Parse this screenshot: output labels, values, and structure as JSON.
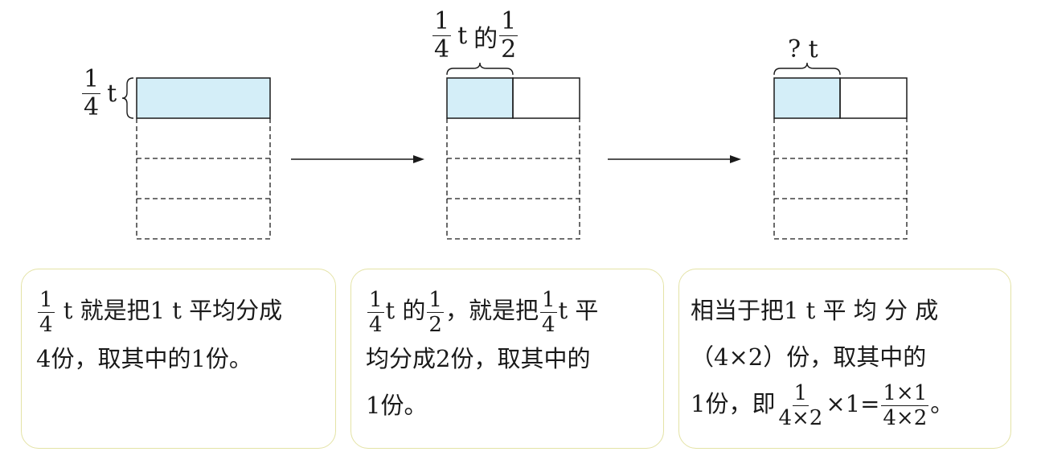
{
  "colors": {
    "fill": "#d4eef8",
    "stroke": "#1a1a1a",
    "box_border": "#e4e3a6"
  },
  "diagram": {
    "panel1": {
      "label_num": "1",
      "label_den": "4",
      "label_unit": "t"
    },
    "panel2": {
      "label_num1": "1",
      "label_den1": "4",
      "label_unit": "t",
      "label_word": "的",
      "label_num2": "1",
      "label_den2": "2"
    },
    "panel3": {
      "label": "? t"
    }
  },
  "boxes": {
    "box1": {
      "f_num": "1",
      "f_den": "4",
      "l1_text": "t 就是把1 t 平均分成",
      "l2_text": "4份，取其中的1份。"
    },
    "box2": {
      "f1_num": "1",
      "f1_den": "4",
      "l1_a": "t 的",
      "f2_num": "1",
      "f2_den": "2",
      "l1_b": "，就是把",
      "f3_num": "1",
      "f3_den": "4",
      "l1_c": "t 平",
      "l2_text": "均分成2份，取其中的",
      "l3_text": "1份。"
    },
    "box3": {
      "l1_text": "相当于把1 t 平 均 分 成",
      "l2_text": "（4×2）份，取其中的",
      "l3_a": "1份，即",
      "f1_num": "1",
      "f1_den": "4×2",
      "l3_b": "×1=",
      "f2_num": "1×1",
      "f2_den": "4×2",
      "l3_c": "。"
    }
  }
}
